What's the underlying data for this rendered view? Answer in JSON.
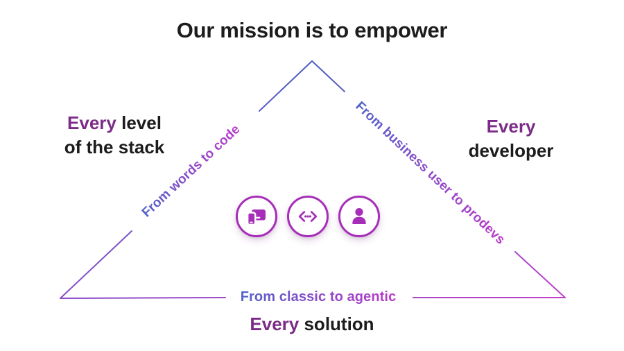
{
  "title": "Our mission is to empower",
  "corners": {
    "left": {
      "highlight": "Every",
      "rest": " level",
      "line2": "of the stack"
    },
    "right": {
      "highlight": "Every",
      "line2": "developer"
    },
    "bottom": {
      "highlight": "Every",
      "rest": " solution"
    }
  },
  "edges": {
    "left": "From words to code",
    "right": "From business user to prodevs",
    "bottom": "From classic to agentic"
  },
  "icons": {
    "left": "devices-icon",
    "middle": "code-icon",
    "right": "person-icon"
  },
  "colors": {
    "text_dark": "#1c1c1c",
    "every_purple": "#7b2c87",
    "icon_magenta": "#a62eb8",
    "gradient_blue": "#4a5ec3",
    "gradient_violet": "#8a4ec7",
    "gradient_magenta": "#bf3fca"
  }
}
